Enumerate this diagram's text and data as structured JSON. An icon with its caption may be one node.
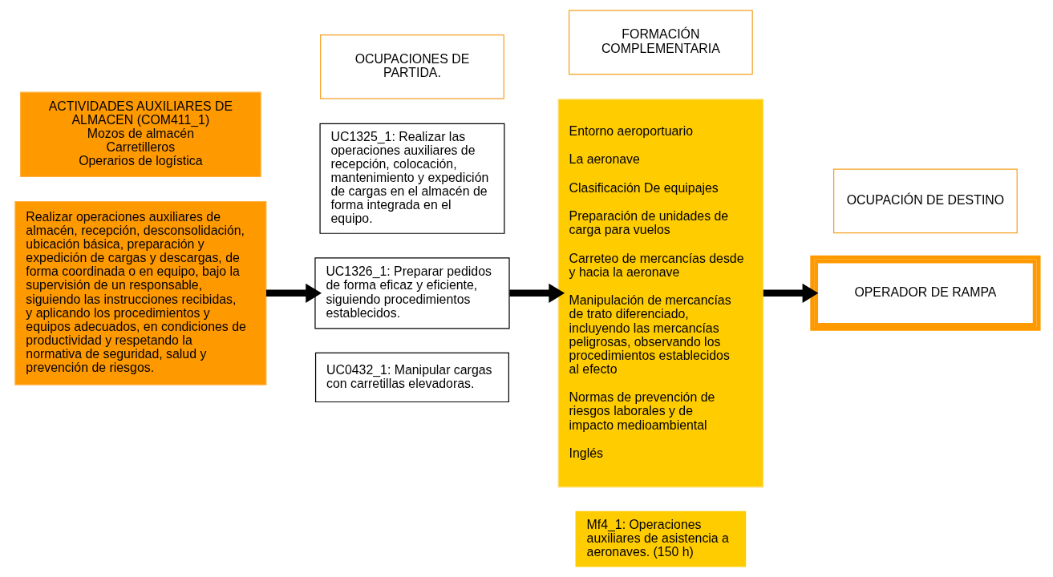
{
  "diagram": {
    "nodes": [
      {
        "text": [
          "OCUPACIONES DE PARTIDA."
        ]
      },
      {
        "text": [
          "FORMACIÓN COMPLEMENTARIA"
        ]
      },
      {
        "text": [
          "OCUPACIÓN DE DESTINO"
        ]
      },
      {
        "text": [
          "ACTIVIDADES AUXILIARES DE ALMACEN (COM411_1)",
          "Mozos de almacén",
          "Carretilleros",
          "Operarios de logística"
        ]
      },
      {
        "text": [
          "Realizar operaciones auxiliares de almacén, recepción, desconsolidación, ubicación básica, preparación y expedición de cargas y descargas, de forma coordinada o en equipo, bajo la supervisión de un responsable, siguiendo las instrucciones recibidas, y aplicando los procedimientos y equipos adecuados, en condiciones de productividad y respetando la normativa de seguridad, salud y prevención de riesgos."
        ]
      },
      {
        "text": [
          "UC1325_1: Realizar las operaciones auxiliares de recepción, colocación, mantenimiento y expedición de cargas en el almacén de forma integrada en el equipo."
        ]
      },
      {
        "text": [
          "UC1326_1: Preparar pedidos de forma eficaz y eficiente, siguiendo procedimientos establecidos."
        ]
      },
      {
        "text": [
          "UC0432_1: Manipular cargas con carretillas elevadoras."
        ]
      },
      {
        "text": [
          "Entorno aeroportuario",
          "La aeronave",
          "Clasificación De equipajes",
          "Preparación de unidades de carga para vuelos",
          "Carreteo de mercancías desde y hacia la aeronave",
          "Manipulación de mercancías de trato diferenciado, incluyendo las mercancías peligrosas, observando los procedimientos establecidos al efecto",
          "Normas de prevención de riesgos laborales y de impacto medioambiental",
          "Inglés"
        ]
      },
      {
        "text": [
          "Mf4_1: Operaciones auxiliares de asistencia a aeronaves. (150 h)"
        ]
      },
      {
        "text": [
          "OPERADOR DE RAMPA"
        ]
      }
    ],
    "edges": [
      {
        "from": 4,
        "to": 6,
        "arrow": "to"
      },
      {
        "from": 6,
        "to": 8,
        "arrow": "to"
      },
      {
        "from": 8,
        "to": 10,
        "arrow": "to"
      }
    ]
  }
}
